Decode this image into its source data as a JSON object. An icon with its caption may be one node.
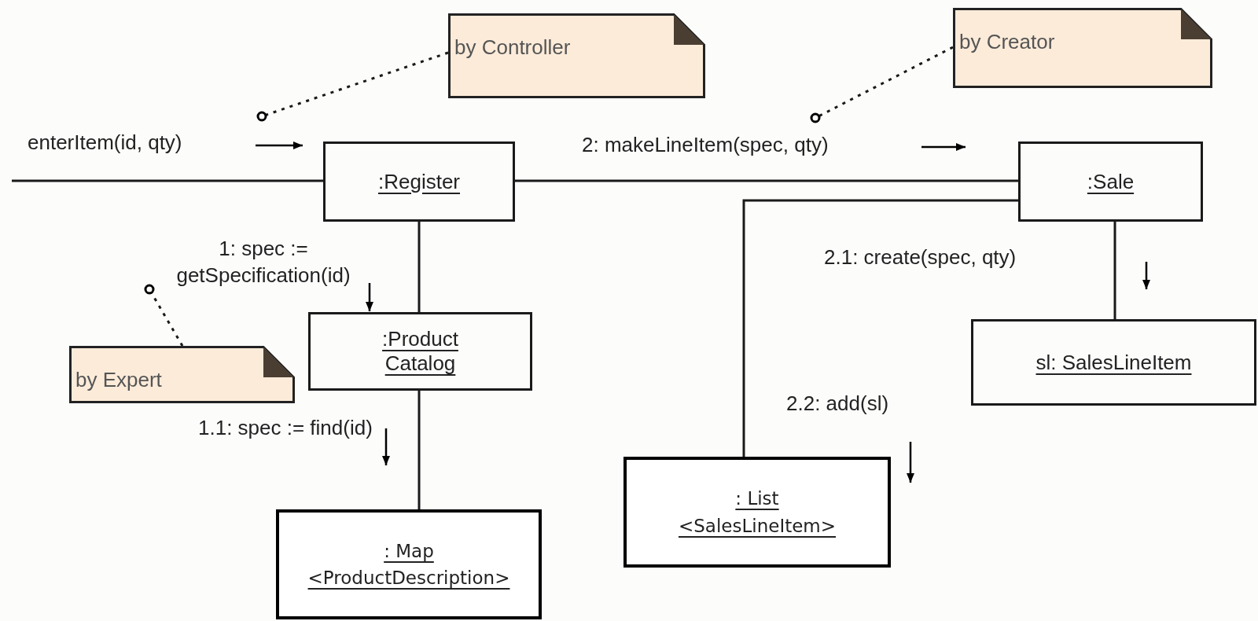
{
  "diagram": {
    "nodes": [
      {
        "text": [
          "by Controller"
        ]
      },
      {
        "text": [
          "by Creator"
        ]
      },
      {
        "text": [
          ":Register"
        ]
      },
      {
        "text": [
          ":Sale"
        ]
      },
      {
        "text": [
          "by Expert"
        ]
      },
      {
        "text": [
          ":Product Catalog"
        ]
      },
      {
        "text": [
          "sl: SalesLineItem"
        ]
      },
      {
        "text": [
          ": List <SalesLineItem>"
        ]
      },
      {
        "text": [
          ": Map <ProductDescription>"
        ]
      }
    ],
    "edges": [
      {
        "from": null,
        "to": 2,
        "arrow": "none",
        "label": "enterItem(id, qty)"
      },
      {
        "from": 2,
        "to": 3,
        "arrow": "none",
        "label": "2: makeLineItem(spec, qty)"
      },
      {
        "from": 2,
        "to": 5,
        "arrow": "none",
        "label": "1: spec := getSpecification(id)"
      },
      {
        "from": 5,
        "to": 8,
        "arrow": "none",
        "label": "1.1: spec := find(id)"
      },
      {
        "from": 3,
        "to": 6,
        "arrow": "none",
        "label": "2.1: create(spec, qty)"
      },
      {
        "from": 3,
        "to": 7,
        "arrow": "none",
        "label": "2.2: add(sl)"
      },
      {
        "from": 0,
        "to": null,
        "arrow": "other",
        "style": "dashed"
      },
      {
        "from": 1,
        "to": null,
        "arrow": "other",
        "style": "dashed"
      },
      {
        "from": 4,
        "to": null,
        "arrow": "other",
        "style": "dashed"
      }
    ]
  }
}
